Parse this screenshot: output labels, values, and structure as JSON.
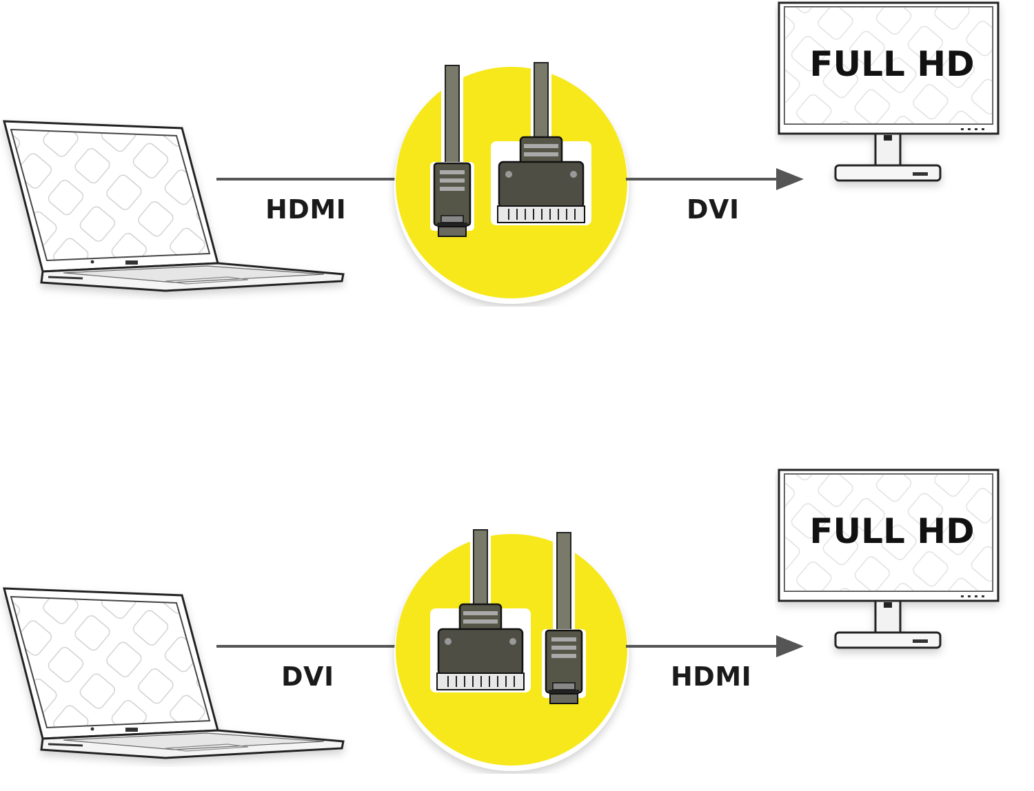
{
  "diagrams": [
    {
      "source_label": "HDMI",
      "target_label": "DVI",
      "monitor_text": "FULL HD",
      "cable_ends": [
        "hdmi-plug",
        "dvi-plug"
      ]
    },
    {
      "source_label": "DVI",
      "target_label": "HDMI",
      "monitor_text": "FULL HD",
      "cable_ends": [
        "dvi-plug",
        "hdmi-plug"
      ]
    }
  ],
  "colors": {
    "accent_yellow": "#f7e81b",
    "line": "#555555",
    "outline": "#222222"
  },
  "icons": [
    "laptop-icon",
    "monitor-icon",
    "hdmi-plug-icon",
    "dvi-plug-icon",
    "arrow-icon"
  ]
}
